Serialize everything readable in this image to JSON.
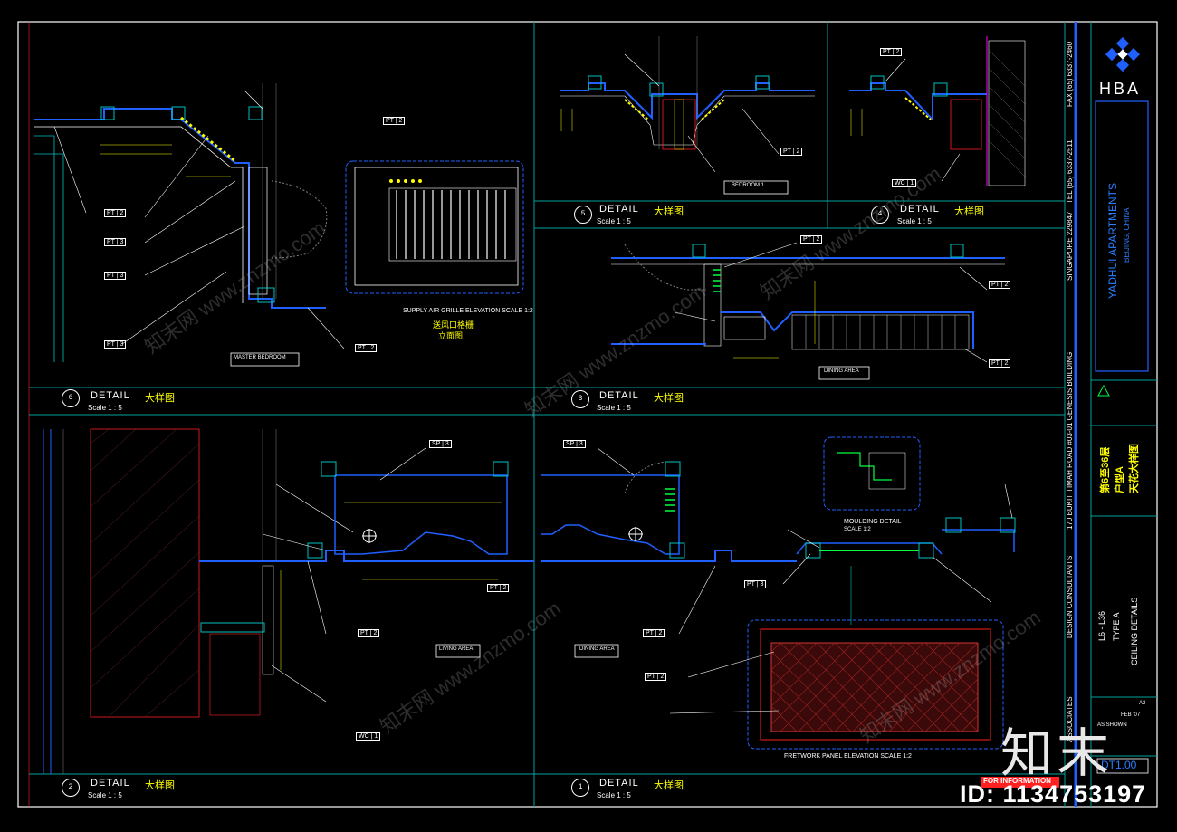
{
  "sheet": {
    "frame_color": "#ffffff",
    "grid_color": "#00a0a0",
    "accent_blue": "#2060ff",
    "accent_yellow": "#ffff00",
    "accent_green": "#00ff40",
    "accent_red": "#ff2020"
  },
  "details": [
    {
      "num": "6",
      "title": "DETAIL",
      "cn": "大样图",
      "scale": "Scale 1 : 5"
    },
    {
      "num": "5",
      "title": "DETAIL",
      "cn": "大样图",
      "scale": "Scale 1 : 5"
    },
    {
      "num": "4",
      "title": "DETAIL",
      "cn": "大样图",
      "scale": "Scale 1 : 5"
    },
    {
      "num": "3",
      "title": "DETAIL",
      "cn": "大样图",
      "scale": "Scale 1 : 5"
    },
    {
      "num": "2",
      "title": "DETAIL",
      "cn": "大样图",
      "scale": "Scale 1 : 5"
    },
    {
      "num": "1",
      "title": "DETAIL",
      "cn": "大样图",
      "scale": "Scale 1 : 5"
    }
  ],
  "tags": {
    "pt2": "PT | 2",
    "pt3": "PT | 3",
    "sp3": "SP | 3",
    "wc1": "WC | 1"
  },
  "room_labels": {
    "master_bedroom": "MASTER BEDROOM",
    "bedroom1": "BEDROOM 1",
    "dining_area": "DINING AREA",
    "living_area": "LIVING AREA",
    "dining_area2": "DINING AREA"
  },
  "elevation_titles": {
    "supply_air": "SUPPLY AIR GRILLE ELEVATION SCALE 1:2",
    "supply_air_cn": "送风口格栅",
    "supply_air_cn2": "立面图",
    "moulding": "MOULDING DETAIL",
    "moulding_scale": "SCALE 1:2",
    "fretwork": "FRETWORK PANEL ELEVATION SCALE 1:2"
  },
  "title_block": {
    "logo_text": "HBA",
    "project": "YADHUI APARTMENTS",
    "location": "BEIJING, CHINA",
    "floor_cn": "第6至36层",
    "type_cn": "户型A",
    "drawing_cn": "天花大样图",
    "floors": "L6 - L36",
    "type": "TYPE A",
    "drawing": "CEILING DETAILS",
    "address": "170 BUKIT TIMAH ROAD #03-01 GENESIS BUILDING",
    "singapore": "SINGAPORE 229847",
    "tel": "TEL (65) 6337-2511",
    "fax": "FAX (65) 6337-2460",
    "firm": "DESIGN CONSULTANTS",
    "firm2": "ASSOCIATES",
    "scale": "AS SHOWN",
    "date": "FEB '07",
    "size": "A2",
    "drawing_no": "DT1.00",
    "for_info": "FOR INFORMATION"
  },
  "watermark": {
    "id_text": "ID: 1134753197",
    "brand_cn": "知末",
    "brand_small": "知末网 www.znzmo.com"
  }
}
